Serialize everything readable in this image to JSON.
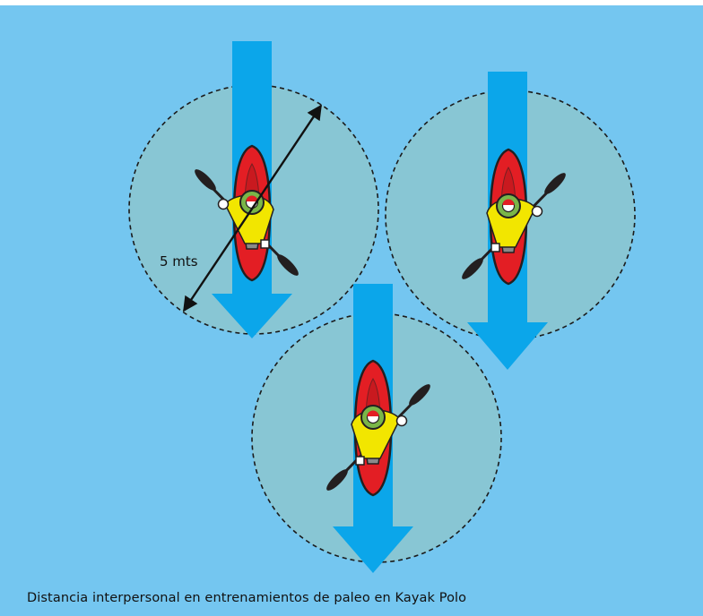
{
  "colors": {
    "water": "#74c6f0",
    "zone": "#88c6d4",
    "arrow": "#0ba6ea",
    "kayak": "#e31e24",
    "kayak_edge": "#231f20",
    "jacket": "#f2e600",
    "helmet": "#7ab648",
    "hand": "#ffffff"
  },
  "icons": {
    "flow": "down-arrow-icon",
    "distance": "double-arrow-icon",
    "paddler": "kayak-paddler-icon"
  },
  "distance_label": "5 mts",
  "caption": "Distancia  interpersonal en entrenamientos de paleo en Kayak Polo",
  "kayaks": [
    {
      "id": "kayak-left",
      "paddle_side": "left"
    },
    {
      "id": "kayak-right",
      "paddle_side": "right"
    },
    {
      "id": "kayak-bottom",
      "paddle_side": "right"
    }
  ]
}
